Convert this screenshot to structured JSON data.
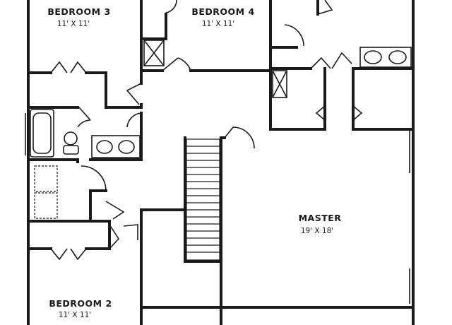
{
  "rooms": {
    "bedroom3": {
      "name": "BEDROOM 3",
      "dims": "11' X 11'"
    },
    "bedroom4": {
      "name": "BEDROOM 4",
      "dims": "11' X 11'"
    },
    "master": {
      "name": "MASTER",
      "dims": "19' X 18'"
    },
    "bedroom2": {
      "name": "BEDROOM 2",
      "dims": "11' X 11'"
    }
  }
}
